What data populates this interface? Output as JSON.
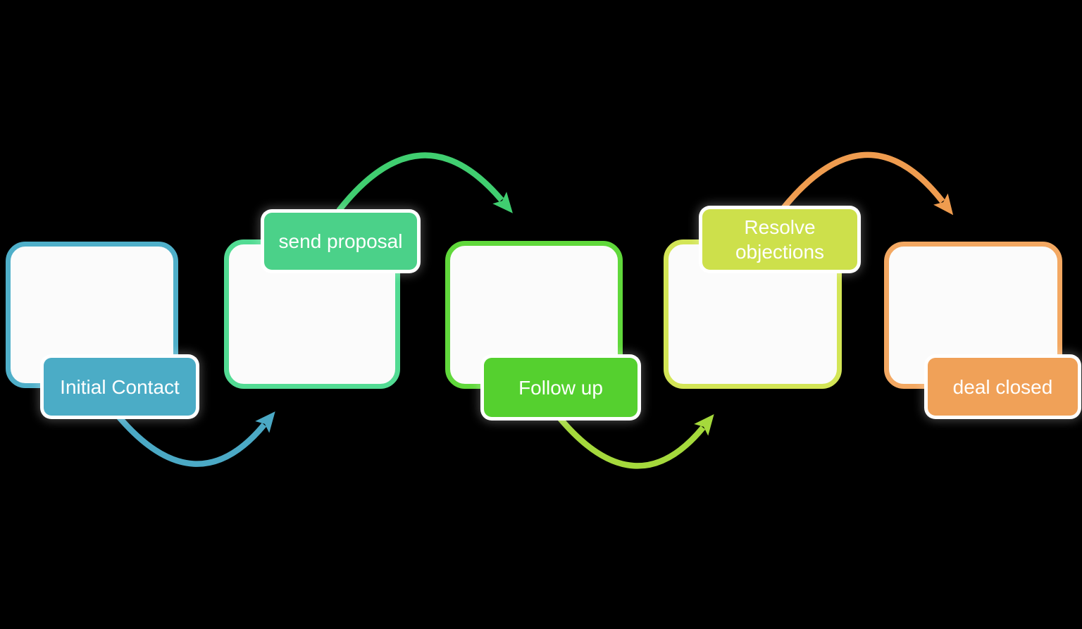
{
  "diagram": {
    "type": "process-flow",
    "background_color": "#000000",
    "stages": [
      {
        "name": "initial-contact",
        "label": "Initial Contact",
        "fill_color": "#4BACC6",
        "border_color": "#4FAFC9",
        "text_color": "#FFFFFF",
        "label_position": "bottom"
      },
      {
        "name": "send-proposal",
        "label": "send proposal",
        "fill_color": "#4BD189",
        "border_color": "#52DB93",
        "text_color": "#FFFFFF",
        "label_position": "top"
      },
      {
        "name": "follow-up",
        "label": "Follow up",
        "fill_color": "#55D02F",
        "border_color": "#60D83B",
        "text_color": "#FFFFFF",
        "label_position": "bottom"
      },
      {
        "name": "resolve-objections",
        "label": "Resolve objections",
        "fill_color": "#CDE04B",
        "border_color": "#D3E556",
        "text_color": "#FFFFFF",
        "label_position": "top"
      },
      {
        "name": "deal-closed",
        "label": "deal closed",
        "fill_color": "#F0A158",
        "border_color": "#F3A862",
        "text_color": "#FFFFFF",
        "label_position": "bottom"
      }
    ],
    "arrows": [
      {
        "from": "Initial Contact",
        "to": "send proposal",
        "color": "#4BA9C5",
        "shape": "arc-below"
      },
      {
        "from": "send proposal",
        "to": "Follow up",
        "color": "#40CE70",
        "shape": "arc-above"
      },
      {
        "from": "Follow up",
        "to": "Resolve objections",
        "color": "#A5D93C",
        "shape": "arc-below"
      },
      {
        "from": "Resolve objections",
        "to": "deal closed",
        "color": "#EF9C4F",
        "shape": "arc-above"
      }
    ]
  }
}
